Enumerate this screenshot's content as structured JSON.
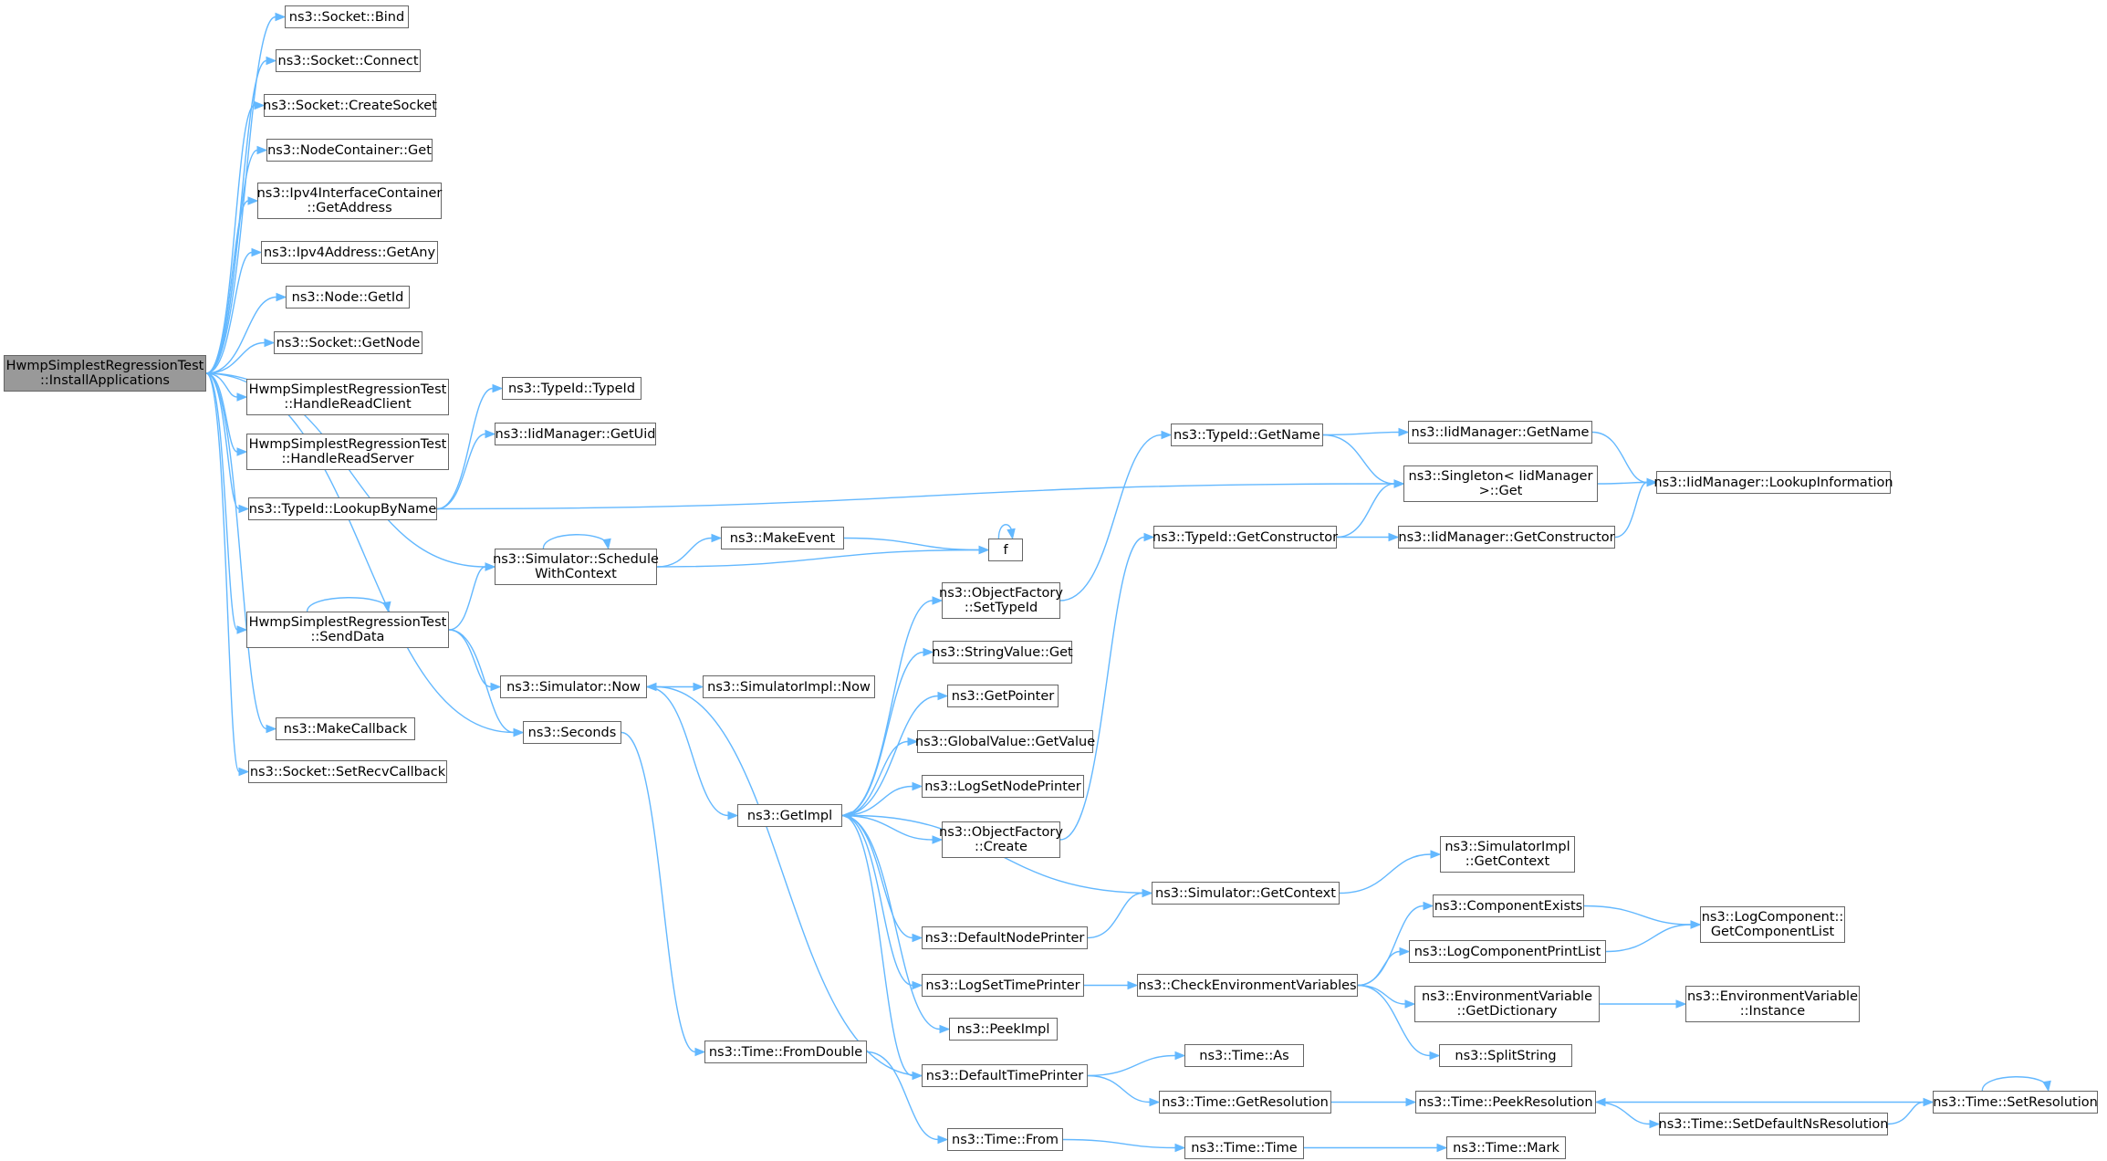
{
  "graph": {
    "title": "",
    "colors": {
      "edge": "#63b8ff",
      "node_border": "#666666",
      "root_fill": "#999999",
      "node_fill": "#ffffff"
    },
    "nodes": [
      {
        "id": "root",
        "lines": [
          "HwmpSimplestRegressionTest",
          "::InstallApplications"
        ]
      },
      {
        "id": "socket-bind",
        "lines": [
          "ns3::Socket::Bind"
        ]
      },
      {
        "id": "socket-connect",
        "lines": [
          "ns3::Socket::Connect"
        ]
      },
      {
        "id": "socket-createsocket",
        "lines": [
          "ns3::Socket::CreateSocket"
        ]
      },
      {
        "id": "nodecontainer-get",
        "lines": [
          "ns3::NodeContainer::Get"
        ]
      },
      {
        "id": "ipv4interfacecontainer-getaddress",
        "lines": [
          "ns3::Ipv4InterfaceContainer",
          "::GetAddress"
        ]
      },
      {
        "id": "ipv4address-getany",
        "lines": [
          "ns3::Ipv4Address::GetAny"
        ]
      },
      {
        "id": "node-getid",
        "lines": [
          "ns3::Node::GetId"
        ]
      },
      {
        "id": "socket-getnode",
        "lines": [
          "ns3::Socket::GetNode"
        ]
      },
      {
        "id": "handlereadclient",
        "lines": [
          "HwmpSimplestRegressionTest",
          "::HandleReadClient"
        ]
      },
      {
        "id": "handlereadserver",
        "lines": [
          "HwmpSimplestRegressionTest",
          "::HandleReadServer"
        ]
      },
      {
        "id": "typeid-lookupbyname",
        "lines": [
          "ns3::TypeId::LookupByName"
        ]
      },
      {
        "id": "senddata",
        "lines": [
          "HwmpSimplestRegressionTest",
          "::SendData"
        ]
      },
      {
        "id": "makecallback",
        "lines": [
          "ns3::MakeCallback"
        ]
      },
      {
        "id": "socket-setrecvcallback",
        "lines": [
          "ns3::Socket::SetRecvCallback"
        ]
      },
      {
        "id": "typeid-typeid",
        "lines": [
          "ns3::TypeId::TypeId"
        ]
      },
      {
        "id": "iidmanager-getuid",
        "lines": [
          "ns3::IidManager::GetUid"
        ]
      },
      {
        "id": "simulator-schedulewithcontext",
        "lines": [
          "ns3::Simulator::Schedule",
          "WithContext"
        ]
      },
      {
        "id": "simulator-now",
        "lines": [
          "ns3::Simulator::Now"
        ]
      },
      {
        "id": "seconds",
        "lines": [
          "ns3::Seconds"
        ]
      },
      {
        "id": "makeevent",
        "lines": [
          "ns3::MakeEvent"
        ]
      },
      {
        "id": "f",
        "lines": [
          "f"
        ]
      },
      {
        "id": "simulatorimpl-now",
        "lines": [
          "ns3::SimulatorImpl::Now"
        ]
      },
      {
        "id": "getimpl",
        "lines": [
          "ns3::GetImpl"
        ]
      },
      {
        "id": "time-fromdouble",
        "lines": [
          "ns3::Time::FromDouble"
        ]
      },
      {
        "id": "objectfactory-settypeid",
        "lines": [
          "ns3::ObjectFactory",
          "::SetTypeId"
        ]
      },
      {
        "id": "stringvalue-get",
        "lines": [
          "ns3::StringValue::Get"
        ]
      },
      {
        "id": "getpointer",
        "lines": [
          "ns3::GetPointer"
        ]
      },
      {
        "id": "globalvalue-getvalue",
        "lines": [
          "ns3::GlobalValue::GetValue"
        ]
      },
      {
        "id": "logsetnodeprinter",
        "lines": [
          "ns3::LogSetNodePrinter"
        ]
      },
      {
        "id": "objectfactory-create",
        "lines": [
          "ns3::ObjectFactory",
          "::Create"
        ]
      },
      {
        "id": "defaultnodeprinter",
        "lines": [
          "ns3::DefaultNodePrinter"
        ]
      },
      {
        "id": "logsettimeprinter",
        "lines": [
          "ns3::LogSetTimePrinter"
        ]
      },
      {
        "id": "peekimpl",
        "lines": [
          "ns3::PeekImpl"
        ]
      },
      {
        "id": "defaulttimeprinter",
        "lines": [
          "ns3::DefaultTimePrinter"
        ]
      },
      {
        "id": "time-from",
        "lines": [
          "ns3::Time::From"
        ]
      },
      {
        "id": "typeid-getname",
        "lines": [
          "ns3::TypeId::GetName"
        ]
      },
      {
        "id": "typeid-getconstructor",
        "lines": [
          "ns3::TypeId::GetConstructor"
        ]
      },
      {
        "id": "simulator-getcontext",
        "lines": [
          "ns3::Simulator::GetContext"
        ]
      },
      {
        "id": "checkenvironmentvariables",
        "lines": [
          "ns3::CheckEnvironmentVariables"
        ]
      },
      {
        "id": "time-as",
        "lines": [
          "ns3::Time::As"
        ]
      },
      {
        "id": "time-getresolution",
        "lines": [
          "ns3::Time::GetResolution"
        ]
      },
      {
        "id": "time-time",
        "lines": [
          "ns3::Time::Time"
        ]
      },
      {
        "id": "iidmanager-getname",
        "lines": [
          "ns3::IidManager::GetName"
        ]
      },
      {
        "id": "singleton-get",
        "lines": [
          "ns3::Singleton< IidManager",
          " >::Get"
        ]
      },
      {
        "id": "iidmanager-getconstructor",
        "lines": [
          "ns3::IidManager::GetConstructor"
        ]
      },
      {
        "id": "simulatorimpl-getcontext",
        "lines": [
          "ns3::SimulatorImpl",
          "::GetContext"
        ]
      },
      {
        "id": "componentexists",
        "lines": [
          "ns3::ComponentExists"
        ]
      },
      {
        "id": "logcomponentprintlist",
        "lines": [
          "ns3::LogComponentPrintList"
        ]
      },
      {
        "id": "environmentvariable-getdictionary",
        "lines": [
          "ns3::EnvironmentVariable",
          "::GetDictionary"
        ]
      },
      {
        "id": "splitstring",
        "lines": [
          "ns3::SplitString"
        ]
      },
      {
        "id": "time-peekresolution",
        "lines": [
          "ns3::Time::PeekResolution"
        ]
      },
      {
        "id": "time-setdefaultnsresolution",
        "lines": [
          "ns3::Time::SetDefaultNsResolution"
        ]
      },
      {
        "id": "time-mark",
        "lines": [
          "ns3::Time::Mark"
        ]
      },
      {
        "id": "iidmanager-lookupinformation",
        "lines": [
          "ns3::IidManager::LookupInformation"
        ]
      },
      {
        "id": "logcomponent-getcomponentlist",
        "lines": [
          "ns3::LogComponent::",
          "GetComponentList"
        ]
      },
      {
        "id": "environmentvariable-instance",
        "lines": [
          "ns3::EnvironmentVariable",
          "::Instance"
        ]
      },
      {
        "id": "time-setresolution",
        "lines": [
          "ns3::Time::SetResolution"
        ]
      }
    ],
    "edges": [
      [
        "root",
        "socket-bind"
      ],
      [
        "root",
        "socket-connect"
      ],
      [
        "root",
        "socket-createsocket"
      ],
      [
        "root",
        "nodecontainer-get"
      ],
      [
        "root",
        "ipv4interfacecontainer-getaddress"
      ],
      [
        "root",
        "ipv4address-getany"
      ],
      [
        "root",
        "node-getid"
      ],
      [
        "root",
        "socket-getnode"
      ],
      [
        "root",
        "handlereadclient"
      ],
      [
        "root",
        "handlereadserver"
      ],
      [
        "root",
        "typeid-lookupbyname"
      ],
      [
        "root",
        "simulator-schedulewithcontext"
      ],
      [
        "root",
        "senddata"
      ],
      [
        "root",
        "seconds"
      ],
      [
        "root",
        "makecallback"
      ],
      [
        "root",
        "socket-setrecvcallback"
      ],
      [
        "typeid-lookupbyname",
        "typeid-typeid"
      ],
      [
        "typeid-lookupbyname",
        "iidmanager-getuid"
      ],
      [
        "typeid-lookupbyname",
        "singleton-get"
      ],
      [
        "senddata",
        "senddata"
      ],
      [
        "senddata",
        "simulator-schedulewithcontext"
      ],
      [
        "senddata",
        "simulator-now"
      ],
      [
        "senddata",
        "seconds"
      ],
      [
        "simulator-schedulewithcontext",
        "simulator-schedulewithcontext"
      ],
      [
        "simulator-schedulewithcontext",
        "makeevent"
      ],
      [
        "simulator-schedulewithcontext",
        "f"
      ],
      [
        "makeevent",
        "f"
      ],
      [
        "f",
        "f"
      ],
      [
        "simulator-now",
        "simulatorimpl-now"
      ],
      [
        "simulator-now",
        "getimpl"
      ],
      [
        "seconds",
        "time-fromdouble"
      ],
      [
        "getimpl",
        "objectfactory-settypeid"
      ],
      [
        "getimpl",
        "stringvalue-get"
      ],
      [
        "getimpl",
        "getpointer"
      ],
      [
        "getimpl",
        "globalvalue-getvalue"
      ],
      [
        "getimpl",
        "logsetnodeprinter"
      ],
      [
        "getimpl",
        "objectfactory-create"
      ],
      [
        "getimpl",
        "defaultnodeprinter"
      ],
      [
        "getimpl",
        "logsettimeprinter"
      ],
      [
        "getimpl",
        "peekimpl"
      ],
      [
        "getimpl",
        "defaulttimeprinter"
      ],
      [
        "objectfactory-settypeid",
        "typeid-getname"
      ],
      [
        "objectfactory-create",
        "typeid-getconstructor"
      ],
      [
        "simulator-getcontext",
        "getimpl"
      ],
      [
        "simulator-getcontext",
        "simulatorimpl-getcontext"
      ],
      [
        "defaultnodeprinter",
        "simulator-getcontext"
      ],
      [
        "logsettimeprinter",
        "checkenvironmentvariables"
      ],
      [
        "defaulttimeprinter",
        "simulator-now"
      ],
      [
        "defaulttimeprinter",
        "time-as"
      ],
      [
        "defaulttimeprinter",
        "time-getresolution"
      ],
      [
        "time-fromdouble",
        "time-from"
      ],
      [
        "time-from",
        "time-time"
      ],
      [
        "time-time",
        "time-mark"
      ],
      [
        "typeid-getname",
        "iidmanager-getname"
      ],
      [
        "typeid-getname",
        "singleton-get"
      ],
      [
        "typeid-getconstructor",
        "singleton-get"
      ],
      [
        "typeid-getconstructor",
        "iidmanager-getconstructor"
      ],
      [
        "iidmanager-getname",
        "iidmanager-lookupinformation"
      ],
      [
        "singleton-get",
        "iidmanager-lookupinformation"
      ],
      [
        "iidmanager-getconstructor",
        "iidmanager-lookupinformation"
      ],
      [
        "checkenvironmentvariables",
        "componentexists"
      ],
      [
        "checkenvironmentvariables",
        "logcomponentprintlist"
      ],
      [
        "checkenvironmentvariables",
        "environmentvariable-getdictionary"
      ],
      [
        "checkenvironmentvariables",
        "splitstring"
      ],
      [
        "componentexists",
        "logcomponent-getcomponentlist"
      ],
      [
        "logcomponentprintlist",
        "logcomponent-getcomponentlist"
      ],
      [
        "environmentvariable-getdictionary",
        "environmentvariable-instance"
      ],
      [
        "time-getresolution",
        "time-peekresolution"
      ],
      [
        "time-peekresolution",
        "time-setdefaultnsresolution"
      ],
      [
        "time-setdefaultnsresolution",
        "time-setresolution"
      ],
      [
        "time-setresolution",
        "time-peekresolution"
      ],
      [
        "time-setresolution",
        "time-setresolution"
      ]
    ]
  }
}
